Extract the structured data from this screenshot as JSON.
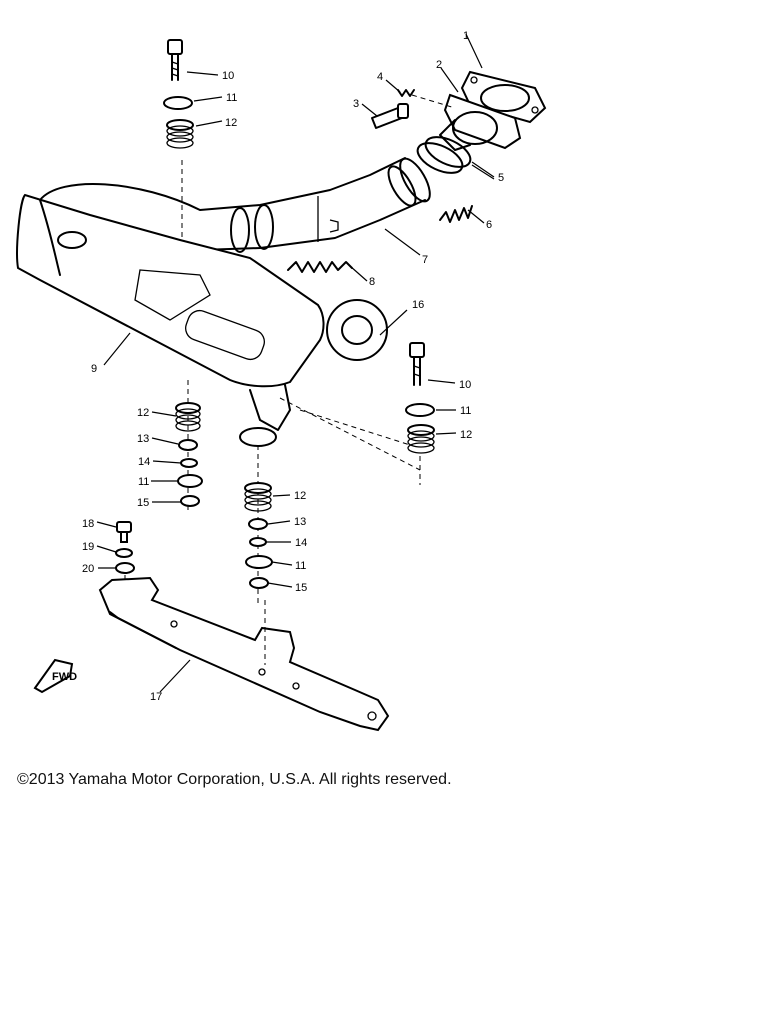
{
  "diagram": {
    "callouts": [
      {
        "id": "c1",
        "text": "1"
      },
      {
        "id": "c2",
        "text": "2"
      },
      {
        "id": "c3",
        "text": "3"
      },
      {
        "id": "c4",
        "text": "4"
      },
      {
        "id": "c5",
        "text": "5"
      },
      {
        "id": "c6",
        "text": "6"
      },
      {
        "id": "c7",
        "text": "7"
      },
      {
        "id": "c8",
        "text": "8"
      },
      {
        "id": "c9",
        "text": "9"
      },
      {
        "id": "c10a",
        "text": "10"
      },
      {
        "id": "c11a",
        "text": "11"
      },
      {
        "id": "c12a",
        "text": "12"
      },
      {
        "id": "c16",
        "text": "16"
      },
      {
        "id": "c10b",
        "text": "10"
      },
      {
        "id": "c11b",
        "text": "11"
      },
      {
        "id": "c12b",
        "text": "12"
      },
      {
        "id": "c12c",
        "text": "12"
      },
      {
        "id": "c13a",
        "text": "13"
      },
      {
        "id": "c14a",
        "text": "14"
      },
      {
        "id": "c11c",
        "text": "11"
      },
      {
        "id": "c15a",
        "text": "15"
      },
      {
        "id": "c12d",
        "text": "12"
      },
      {
        "id": "c13b",
        "text": "13"
      },
      {
        "id": "c14b",
        "text": "14"
      },
      {
        "id": "c11d",
        "text": "11"
      },
      {
        "id": "c15b",
        "text": "15"
      },
      {
        "id": "c18",
        "text": "18"
      },
      {
        "id": "c19",
        "text": "19"
      },
      {
        "id": "c20",
        "text": "20"
      },
      {
        "id": "c17",
        "text": "17"
      }
    ],
    "fwd_marker": "FWD"
  },
  "footer": {
    "copyright": "©2013 Yamaha Motor Corporation, U.S.A. All rights reserved."
  }
}
